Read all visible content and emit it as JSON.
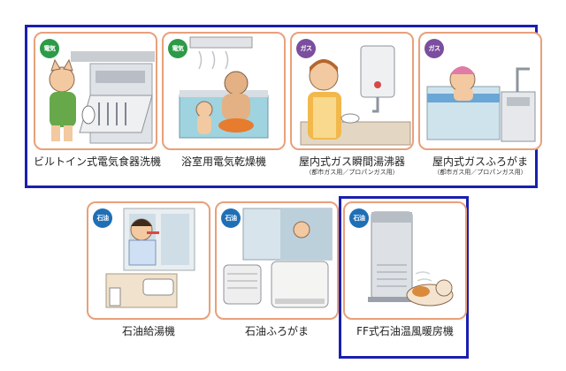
{
  "badge_colors": {
    "electric": "#2c9a47",
    "gas": "#7b4e9e",
    "oil": "#1f6fb6"
  },
  "frame_color": "#1a1fb0",
  "card_border_color": "#e9a07a",
  "appliances": [
    {
      "badge": "電気",
      "badge_type": "electric",
      "label": "ビルトイン式電気食器洗機",
      "sub": ""
    },
    {
      "badge": "電気",
      "badge_type": "electric",
      "label": "浴室用電気乾燥機",
      "sub": ""
    },
    {
      "badge": "ガス",
      "badge_type": "gas",
      "label": "屋内式ガス瞬間湯沸器",
      "sub": "（都市ガス用／プロパンガス用）"
    },
    {
      "badge": "ガス",
      "badge_type": "gas",
      "label": "屋内式ガスふろがま",
      "sub": "（都市ガス用／プロパンガス用）"
    },
    {
      "badge": "石油",
      "badge_type": "oil",
      "label": "石油給湯機",
      "sub": ""
    },
    {
      "badge": "石油",
      "badge_type": "oil",
      "label": "石油ふろがま",
      "sub": ""
    },
    {
      "badge": "石油",
      "badge_type": "oil",
      "label": "FF式石油温風暖房機",
      "sub": ""
    }
  ]
}
